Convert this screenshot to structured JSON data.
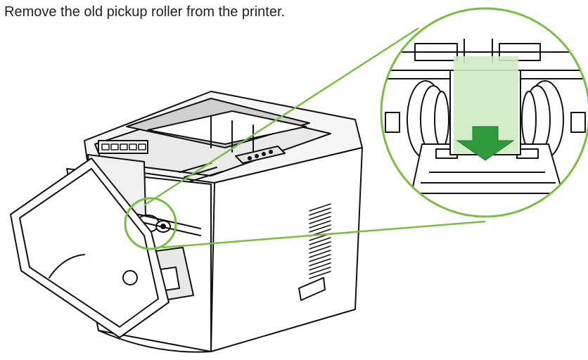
{
  "instruction": {
    "text": "Remove the old pickup roller from the printer."
  },
  "illustration": {
    "subject": "printer-with-front-door-open",
    "callout": "pickup-roller-magnified",
    "arrow_direction": "down"
  },
  "colors": {
    "callout_ring": "#77BE43",
    "highlight_fill": "#CDEBC2",
    "arrow": "#2E9A3C",
    "line_art": "#111111",
    "background": "#FFFFFF"
  }
}
